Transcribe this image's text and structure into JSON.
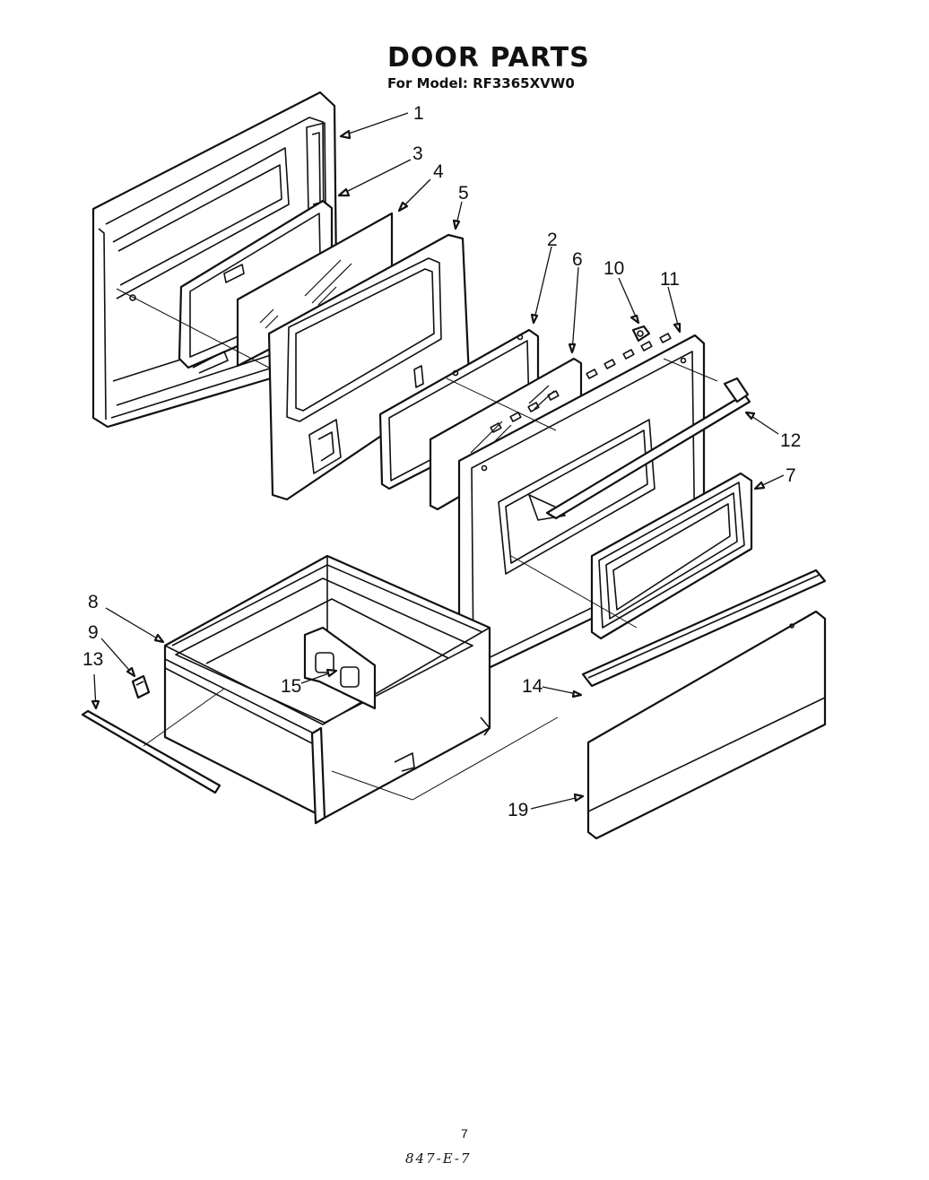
{
  "header": {
    "title": "DOOR PARTS",
    "subtitle": "For Model: RF3365XVW0"
  },
  "callouts": [
    {
      "id": "c1",
      "label": "1"
    },
    {
      "id": "c2",
      "label": "2"
    },
    {
      "id": "c3",
      "label": "3"
    },
    {
      "id": "c4",
      "label": "4"
    },
    {
      "id": "c5",
      "label": "5"
    },
    {
      "id": "c6",
      "label": "6"
    },
    {
      "id": "c7",
      "label": "7"
    },
    {
      "id": "c8",
      "label": "8"
    },
    {
      "id": "c9",
      "label": "9"
    },
    {
      "id": "c10",
      "label": "10"
    },
    {
      "id": "c11",
      "label": "11"
    },
    {
      "id": "c12",
      "label": "12"
    },
    {
      "id": "c13",
      "label": "13"
    },
    {
      "id": "c14",
      "label": "14"
    },
    {
      "id": "c15",
      "label": "15"
    },
    {
      "id": "c19",
      "label": "19"
    }
  ],
  "footer": {
    "page_number": "7",
    "document_code": "847-E-7"
  }
}
